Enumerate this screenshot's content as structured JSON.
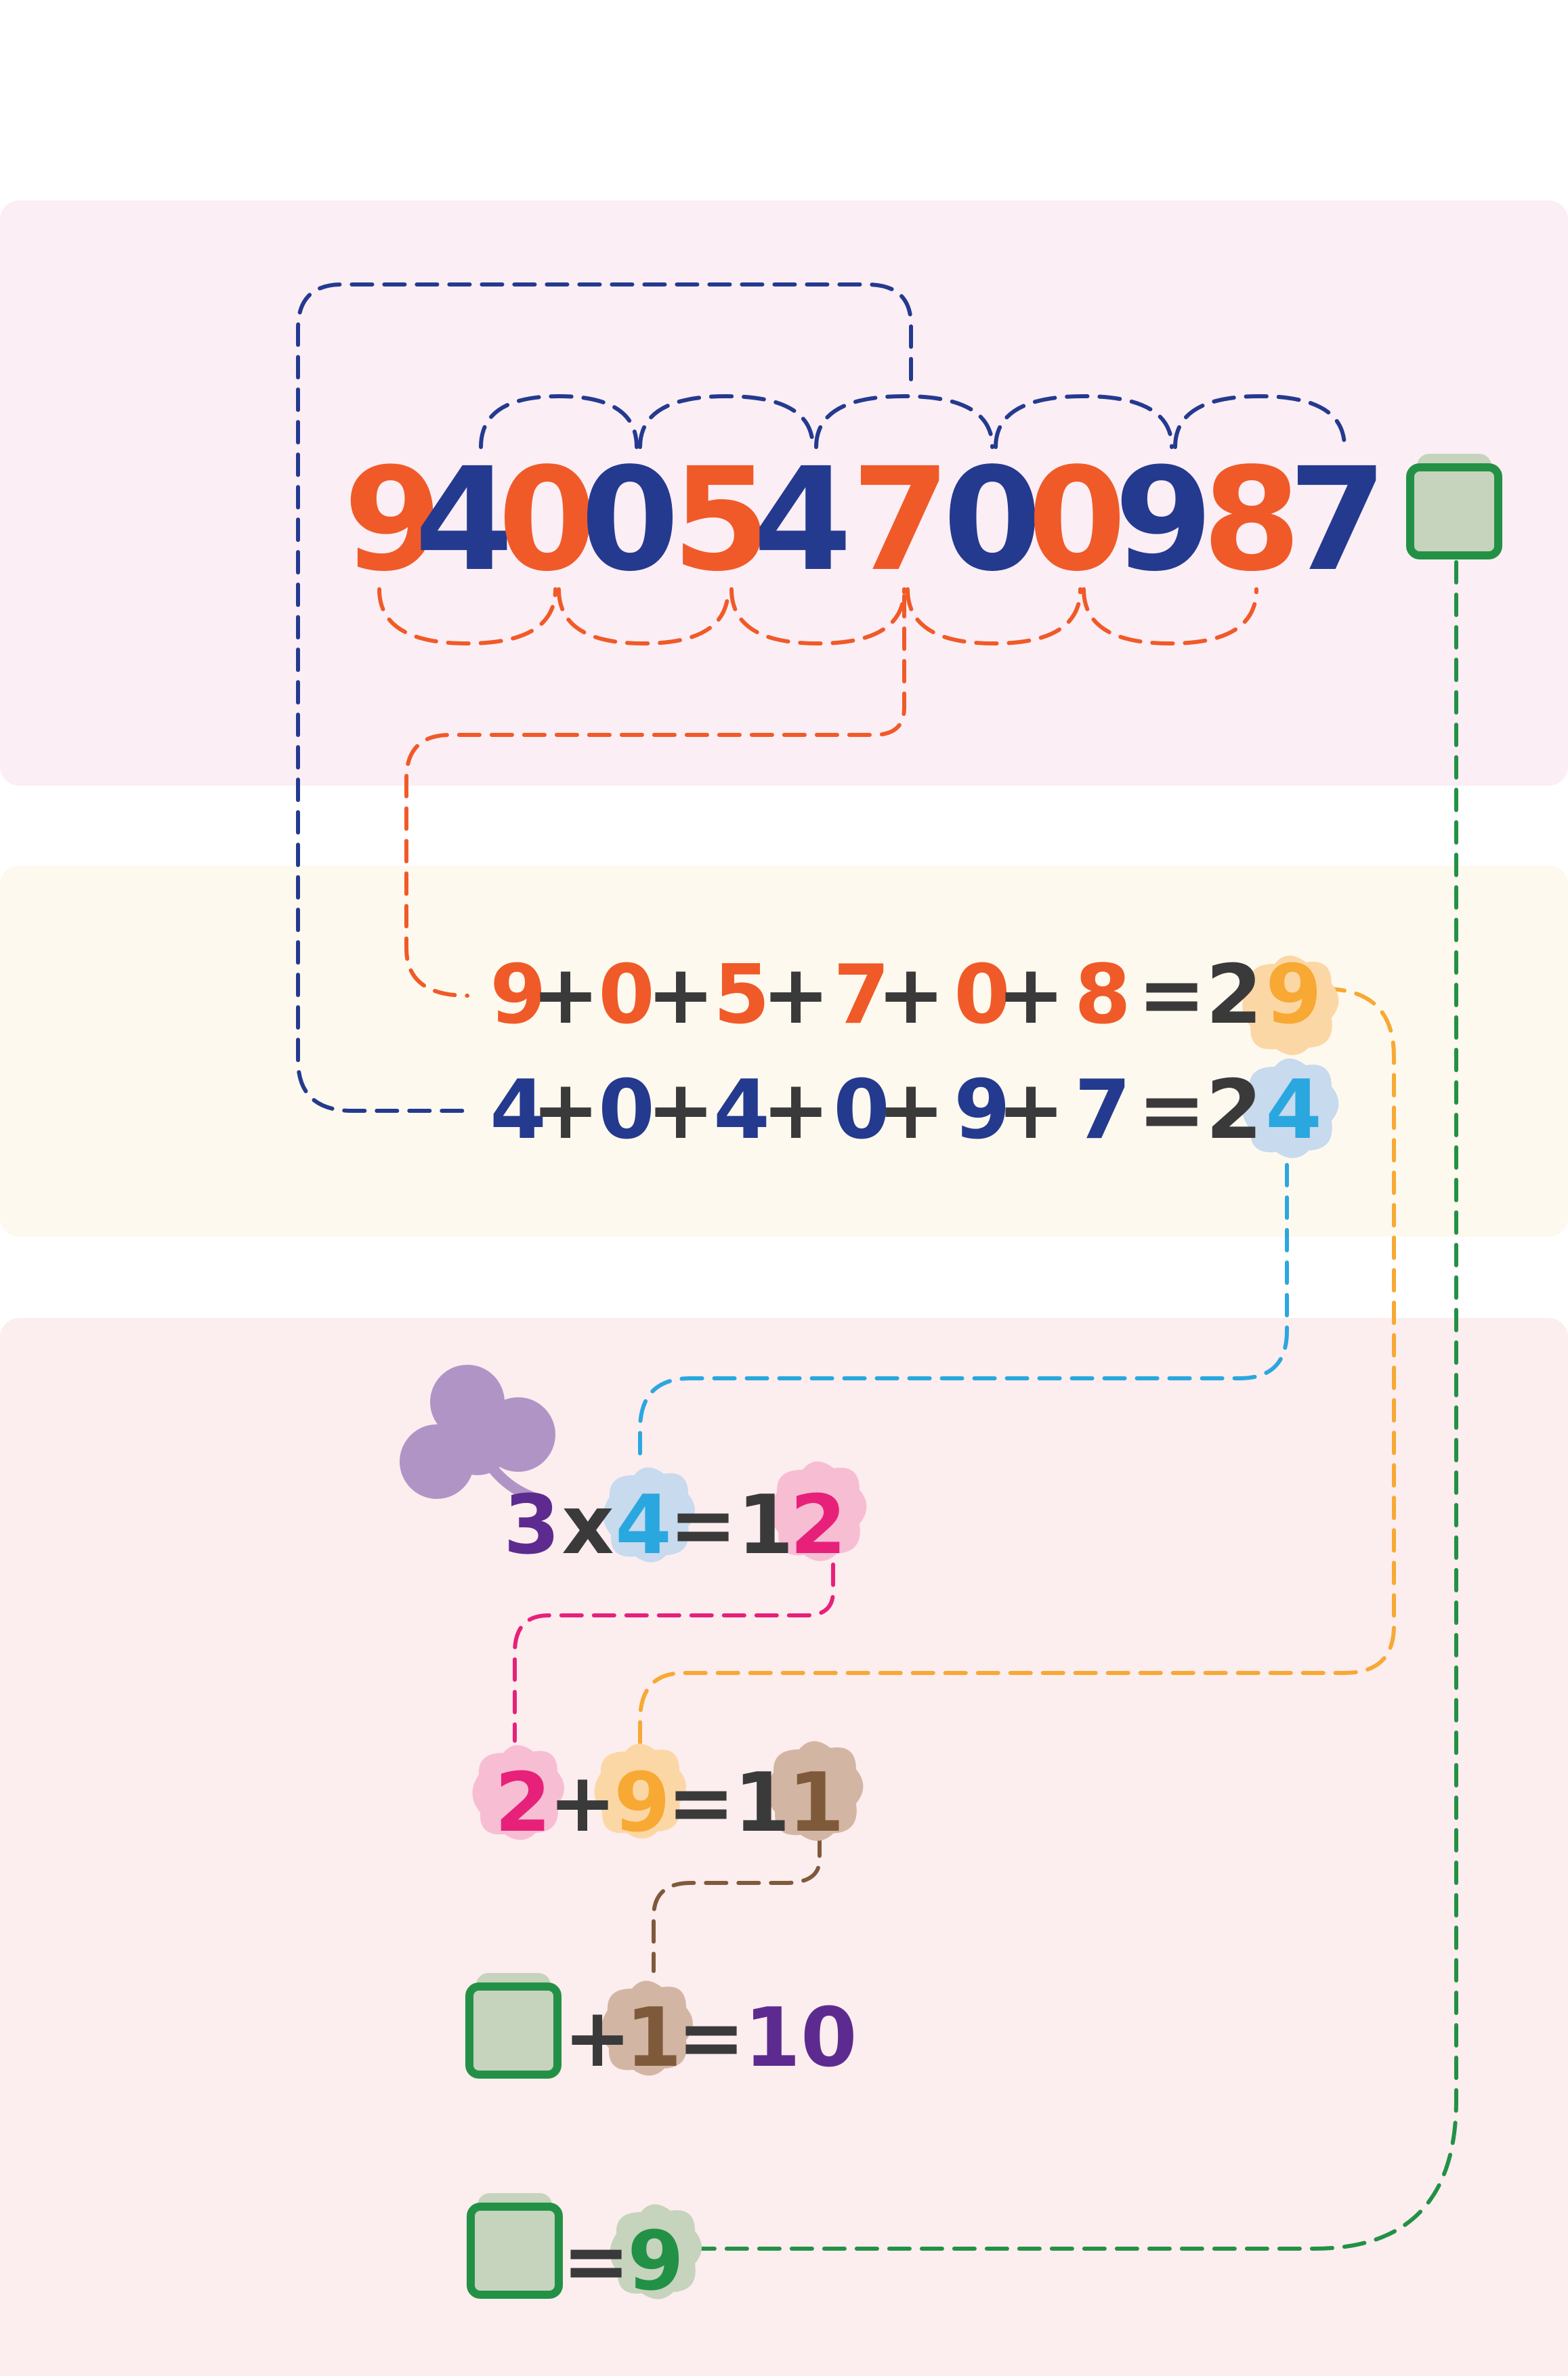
{
  "colors": {
    "band_top": "#fbeef5",
    "band_middle": "#fef9ee",
    "band_bottom": "#fcedef",
    "orange": "#f05a28",
    "navy": "#243a8f",
    "dark": "#3a3a3a",
    "sky": "#2aa7df",
    "yellow": "#f7a934",
    "pink": "#e7217a",
    "brown": "#7f5a3a",
    "purple": "#5d2b8f",
    "green": "#239145",
    "green_fill": "#c6d3bd",
    "yellow_blob": "#fcd7a6",
    "blue_blob": "#c7daee",
    "pink_blob": "#f7bdd3",
    "brown_blob": "#d3b5a3",
    "clover": "#b194c6"
  },
  "icons": {
    "check_box": "green-square-icon",
    "clover": "clover-icon"
  },
  "number": {
    "digits": [
      "9",
      "4",
      "0",
      "0",
      "5",
      "4",
      "7",
      "0",
      "0",
      "9",
      "8",
      "7"
    ],
    "digit_colors": [
      "orange",
      "navy",
      "orange",
      "navy",
      "orange",
      "navy",
      "orange",
      "navy",
      "orange",
      "navy",
      "orange",
      "navy"
    ]
  },
  "sums": {
    "odd_line": {
      "tokens": [
        "9",
        "+",
        "0",
        "+",
        "5",
        "+",
        "7",
        "+",
        "0",
        "+",
        "8",
        "=",
        "2",
        "9"
      ]
    },
    "even_line": {
      "tokens": [
        "4",
        "+",
        "0",
        "+",
        "4",
        "+",
        "0",
        "+",
        "9",
        "+",
        "7",
        "=",
        "2",
        "4"
      ]
    }
  },
  "steps": {
    "multiply": {
      "tokens": [
        "3",
        "x",
        "4",
        "=",
        "1",
        "2"
      ]
    },
    "add": {
      "tokens": [
        "2",
        "+",
        "9",
        "=",
        "1",
        "1"
      ]
    },
    "box_eq": {
      "tokens": [
        "+",
        "1",
        "=",
        "10"
      ]
    },
    "result": {
      "tokens": [
        "=",
        "9"
      ]
    }
  }
}
